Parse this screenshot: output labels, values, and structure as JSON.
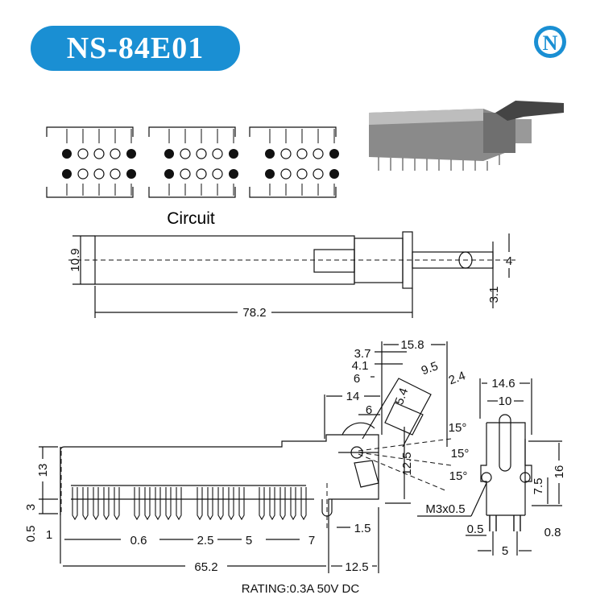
{
  "title": "NS-84E01",
  "brand_color": "#1a8fd3",
  "logo_letter": "N",
  "circuit_label": "Circuit",
  "side_view": {
    "height": "10.9",
    "length": "78.2",
    "shaft_dia": "4",
    "shaft_offset": "3.1"
  },
  "end_view": {
    "d15_8": "15.8",
    "d3_7": "3.7",
    "d4_1": "4.1",
    "d6a": "6",
    "d9_5": "9.5",
    "d2_4": "2.4",
    "d14": "14",
    "d5_4": "5.4",
    "d6b": "6",
    "a1": "15°",
    "a2": "15°",
    "a3": "15°",
    "d12_5": "12.5"
  },
  "front_view": {
    "d14_6": "14.6",
    "d10": "10",
    "d16": "16",
    "d7_5": "7.5",
    "thread": "M3x0.5",
    "d0_5": "0.5",
    "d0_8": "0.8",
    "d5": "5"
  },
  "bottom_view": {
    "d13": "13",
    "d3": "3",
    "d0_5": "0.5",
    "d1": "1",
    "d0_6": "0.6",
    "d2_5": "2.5",
    "d5": "5",
    "d7": "7",
    "d1_5": "1.5",
    "d65_2": "65.2",
    "d12_5": "12.5"
  },
  "rating": "RATING:0.3A 50V DC"
}
